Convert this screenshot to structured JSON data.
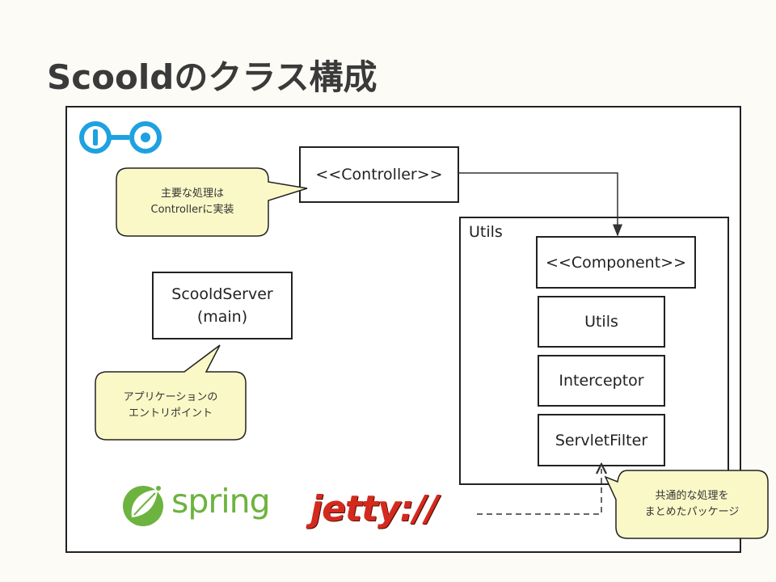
{
  "slide": {
    "title": "Scooldのクラス構成"
  },
  "diagram": {
    "controller_label": "<<Controller>>",
    "server_line1": "ScooldServer",
    "server_line2": "(main)",
    "utils_container_label": "Utils",
    "component_label": "<<Component>>",
    "utils_label": "Utils",
    "interceptor_label": "Interceptor",
    "servletfilter_label": "ServletFilter"
  },
  "callouts": {
    "controller_note": "主要な処理は\nControllerに実装",
    "server_note": "アプリケーションの\nエントリポイント",
    "utils_note": "共通的な処理を\nまとめたパッケージ"
  },
  "logos": {
    "para_icon": "para-logo-icon",
    "spring_text": "spring",
    "jetty_text": "jetty://"
  },
  "colors": {
    "callout_fill": "#fbf8c8",
    "spring_green": "#6db33f",
    "jetty_red": "#d42a1e",
    "para_blue": "#1ea1e0"
  }
}
